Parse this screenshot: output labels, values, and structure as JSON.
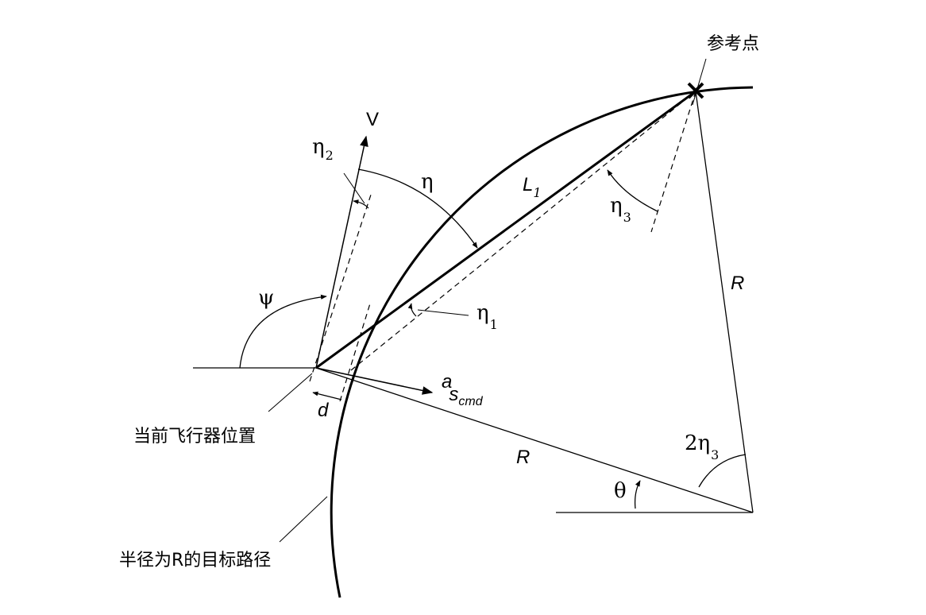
{
  "labels": {
    "reference_point": "参考点",
    "velocity": "V",
    "eta": "η",
    "eta2": "η",
    "eta2_sub": "2",
    "eta1": "η",
    "eta1_sub": "1",
    "eta3": "η",
    "eta3_sub": "3",
    "L1": "L",
    "L1_sub": "1",
    "R_right": "R",
    "R_lower": "R",
    "psi": "ψ",
    "accel": "a",
    "accel_s": "s",
    "accel_sub": "cmd",
    "d": "d",
    "aircraft_position": "当前飞行器位置",
    "two_eta3": "2η",
    "two_eta3_sub": "3",
    "theta": "θ",
    "target_path": "半径为R的目标路径"
  },
  "colors": {
    "stroke": "#000000",
    "background": "#ffffff"
  }
}
